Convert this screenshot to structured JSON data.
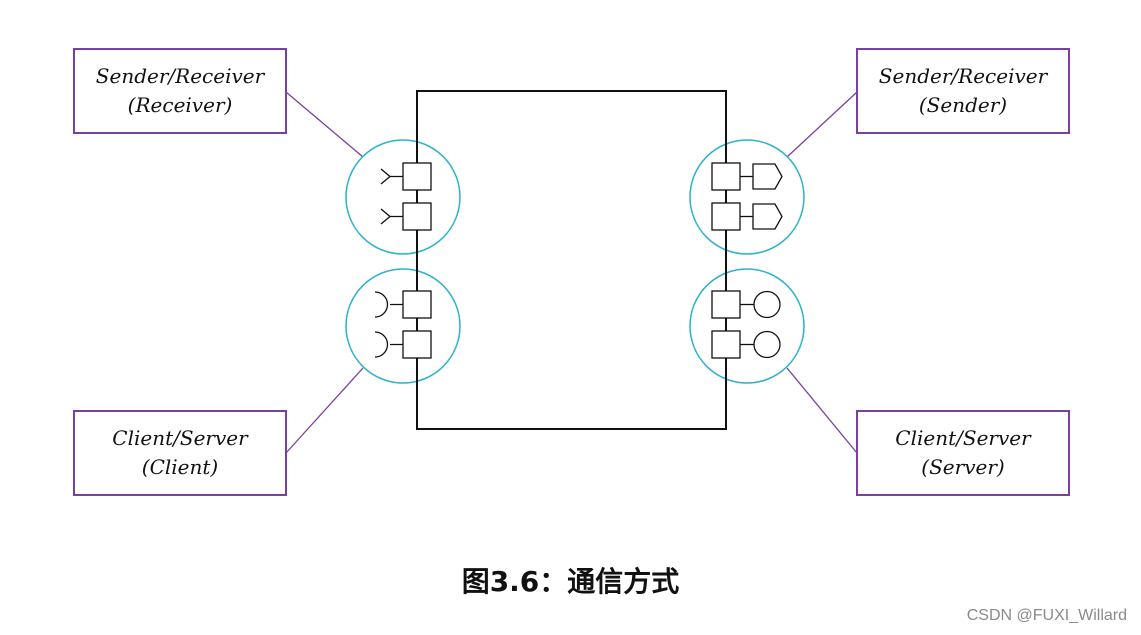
{
  "boxes": {
    "top_left": {
      "line1": "Sender/Receiver",
      "line2": "(Receiver)"
    },
    "top_right": {
      "line1": "Sender/Receiver",
      "line2": "(Sender)"
    },
    "bottom_left": {
      "line1": "Client/Server",
      "line2": "(Client)"
    },
    "bottom_right": {
      "line1": "Client/Server",
      "line2": "(Server)"
    }
  },
  "caption": "图3.6：通信方式",
  "watermark": "CSDN @FUXI_Willard",
  "colors": {
    "box_border": "#7a3fa0",
    "connector": "#7a3fa0",
    "circle": "#2bb3c9",
    "stroke": "#111111"
  }
}
